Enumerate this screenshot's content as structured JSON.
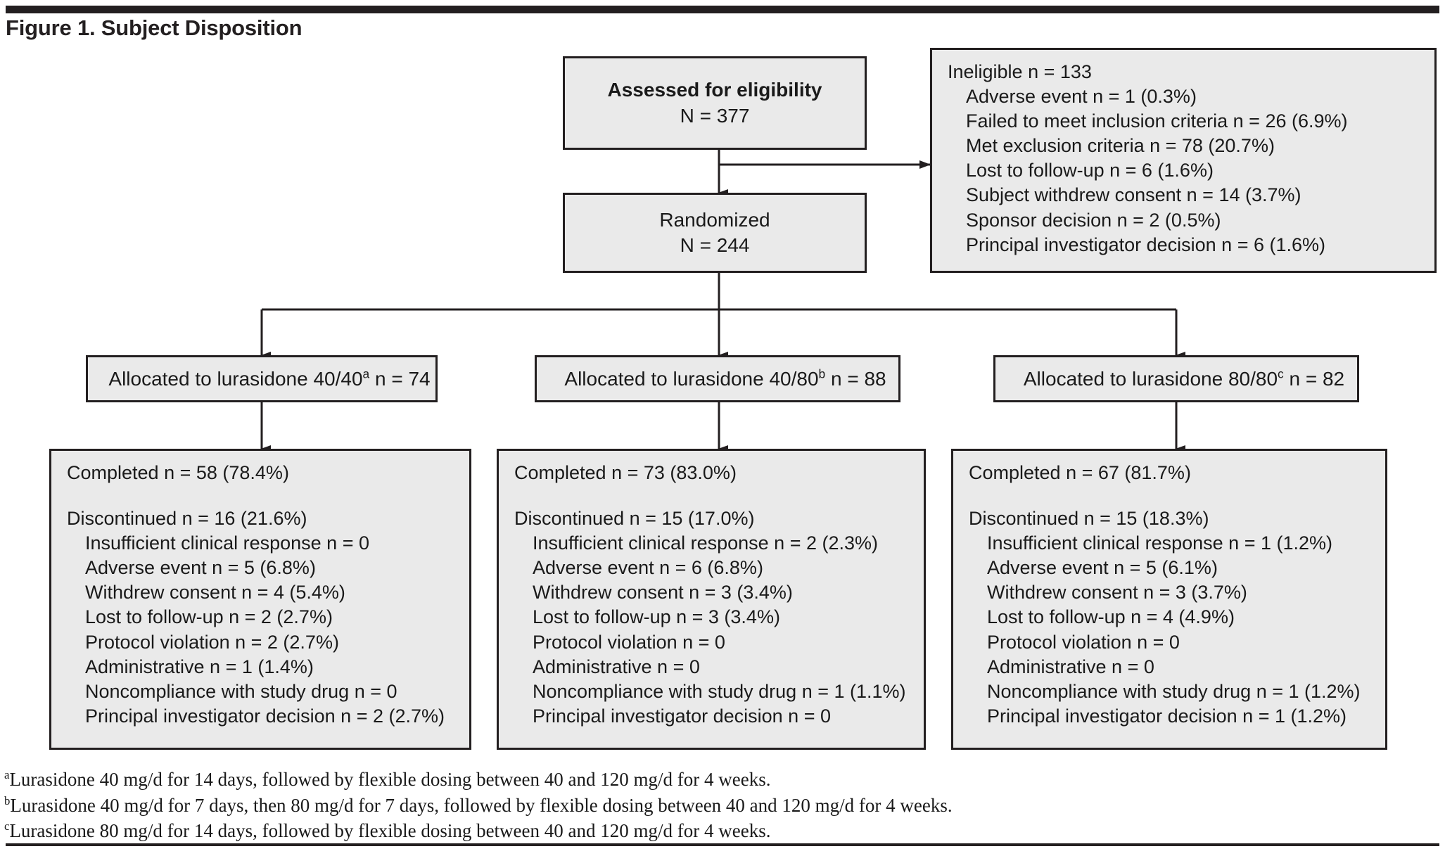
{
  "figure": {
    "title": "Figure 1. Subject Disposition"
  },
  "boxes": {
    "assessed": {
      "title": "Assessed for eligibility",
      "count": "N = 377"
    },
    "randomized": {
      "title": "Randomized",
      "count": "N = 244"
    },
    "ineligible": {
      "header": "Ineligible n = 133",
      "items": [
        "Adverse event n = 1 (0.3%)",
        "Failed to meet inclusion criteria n = 26 (6.9%)",
        "Met exclusion criteria n = 78 (20.7%)",
        "Lost to follow-up n = 6 (1.6%)",
        "Subject withdrew consent n = 14 (3.7%)",
        "Sponsor decision n = 2 (0.5%)",
        "Principal investigator decision n = 6 (1.6%)"
      ]
    }
  },
  "arms": [
    {
      "allocation_prefix": "Allocated to lurasidone 40/40",
      "allocation_footnote": "a",
      "allocation_suffix": " n = 74",
      "completed": "Completed n = 58 (78.4%)",
      "discontinued": "Discontinued n = 16 (21.6%)",
      "reasons": [
        "Insufficient clinical response n = 0",
        "Adverse event n = 5 (6.8%)",
        "Withdrew consent n = 4 (5.4%)",
        "Lost to follow-up n = 2 (2.7%)",
        "Protocol violation n = 2 (2.7%)",
        "Administrative n = 1 (1.4%)",
        "Noncompliance with study drug n = 0",
        "Principal investigator decision n = 2 (2.7%)"
      ]
    },
    {
      "allocation_prefix": "Allocated to lurasidone 40/80",
      "allocation_footnote": "b",
      "allocation_suffix": " n = 88",
      "completed": "Completed n = 73 (83.0%)",
      "discontinued": "Discontinued n = 15 (17.0%)",
      "reasons": [
        "Insufficient clinical response n = 2 (2.3%)",
        "Adverse event n = 6 (6.8%)",
        "Withdrew consent n = 3 (3.4%)",
        "Lost to follow-up n = 3 (3.4%)",
        "Protocol violation n = 0",
        "Administrative n = 0",
        "Noncompliance with study drug n = 1 (1.1%)",
        "Principal investigator decision n = 0"
      ]
    },
    {
      "allocation_prefix": "Allocated to lurasidone 80/80",
      "allocation_footnote": "c",
      "allocation_suffix": " n = 82",
      "completed": "Completed n = 67 (81.7%)",
      "discontinued": "Discontinued n = 15 (18.3%)",
      "reasons": [
        "Insufficient clinical response n = 1 (1.2%)",
        "Adverse event n = 5 (6.1%)",
        "Withdrew consent n = 3 (3.7%)",
        "Lost to follow-up n = 4 (4.9%)",
        "Protocol violation n = 0",
        "Administrative n = 0",
        "Noncompliance with study drug n = 1 (1.2%)",
        "Principal investigator decision n = 1 (1.2%)"
      ]
    }
  ],
  "footnotes": [
    {
      "marker": "a",
      "text": "Lurasidone 40 mg/d for 14 days, followed by flexible dosing between 40 and 120 mg/d for 4 weeks."
    },
    {
      "marker": "b",
      "text": "Lurasidone 40 mg/d for 7 days, then 80 mg/d for 7 days, followed by flexible dosing between 40 and 120 mg/d for 4 weeks."
    },
    {
      "marker": "c",
      "text": "Lurasidone 80 mg/d for 14 days, followed by flexible dosing between 40 and 120 mg/d for 4 weeks."
    }
  ],
  "colors": {
    "box_fill": "#eaeaea",
    "box_border": "#231f20",
    "text": "#1a1a1a",
    "rule": "#231f20"
  }
}
